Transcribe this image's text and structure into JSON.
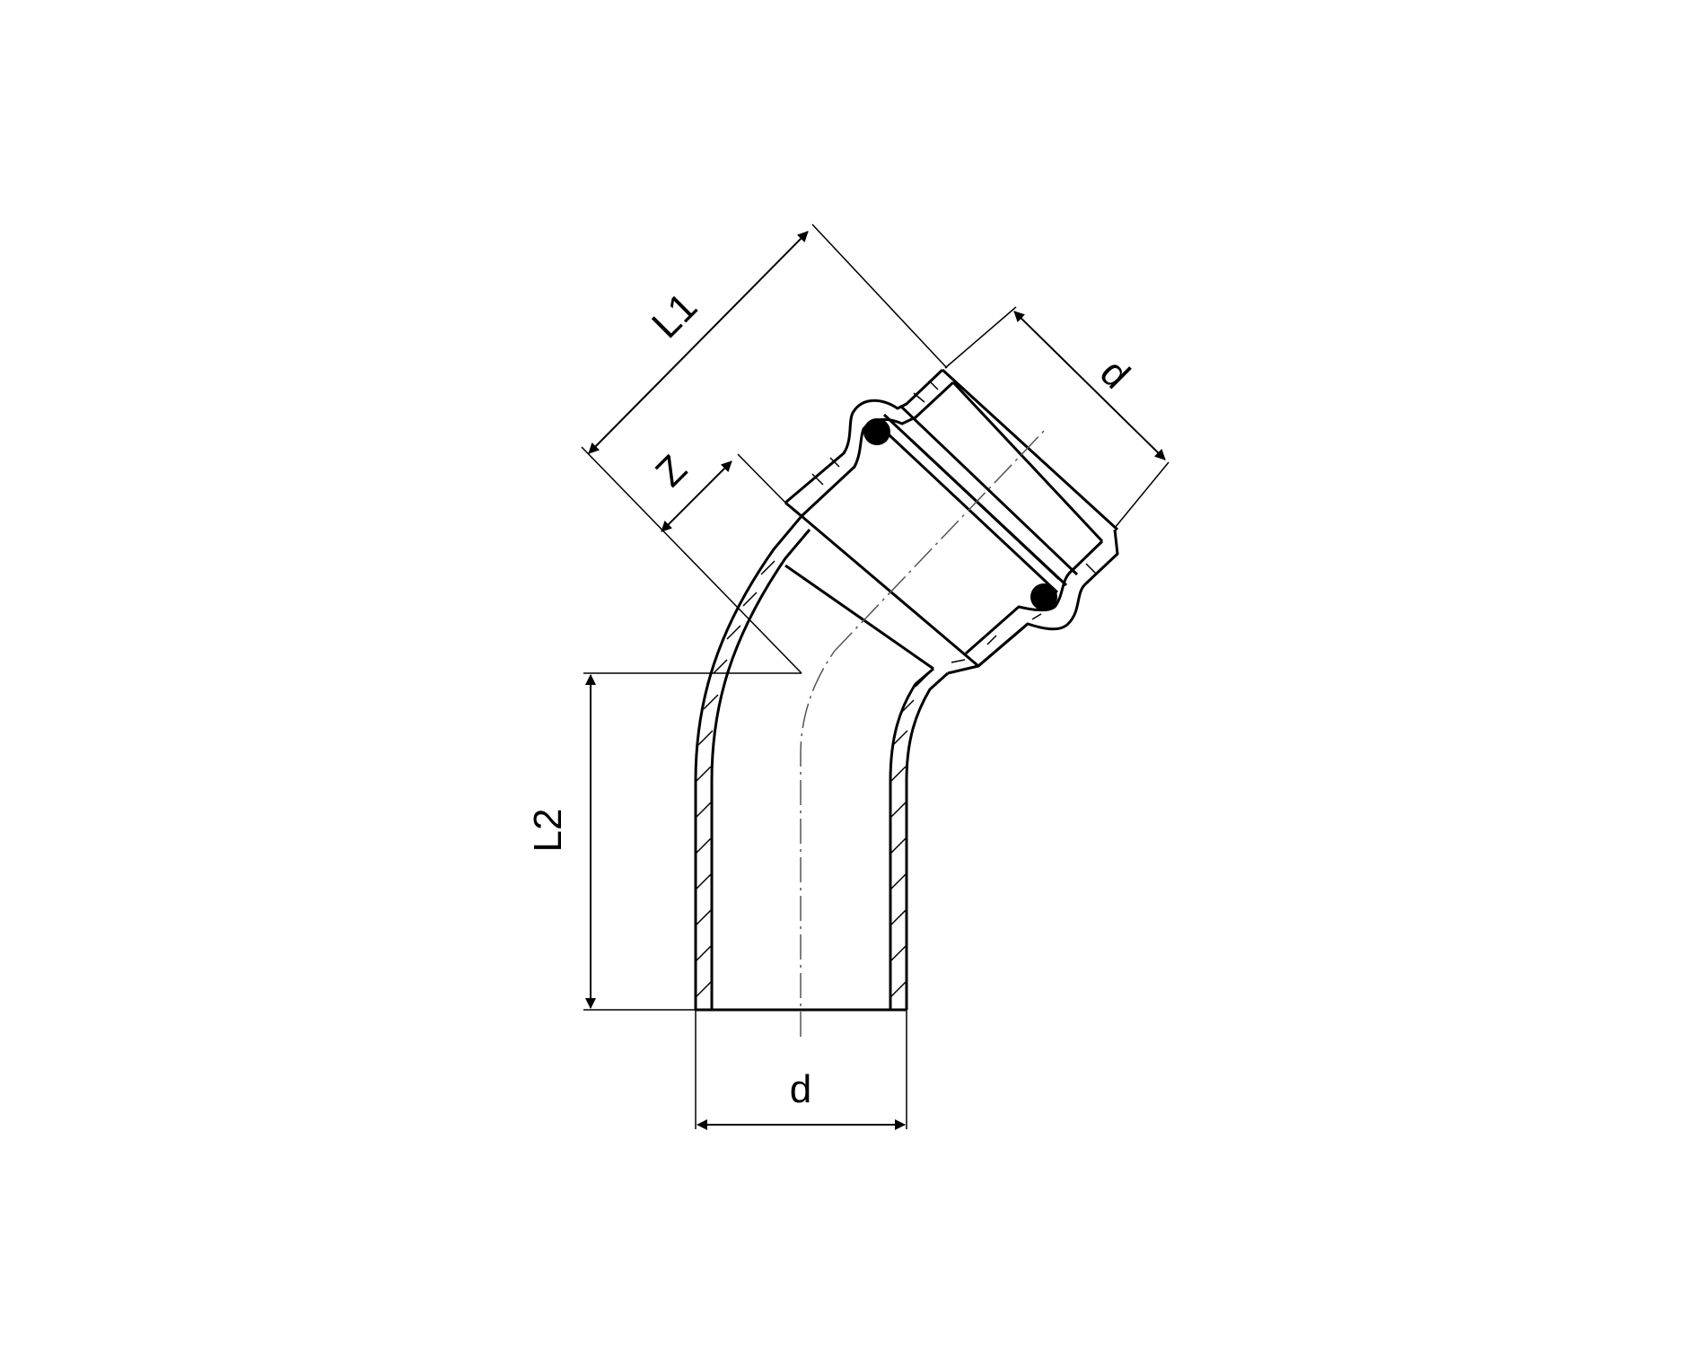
{
  "diagram": {
    "labels": {
      "l1": "L1",
      "l2": "L2",
      "z": "Z",
      "d_socket": "d",
      "d_spigot": "d"
    }
  }
}
